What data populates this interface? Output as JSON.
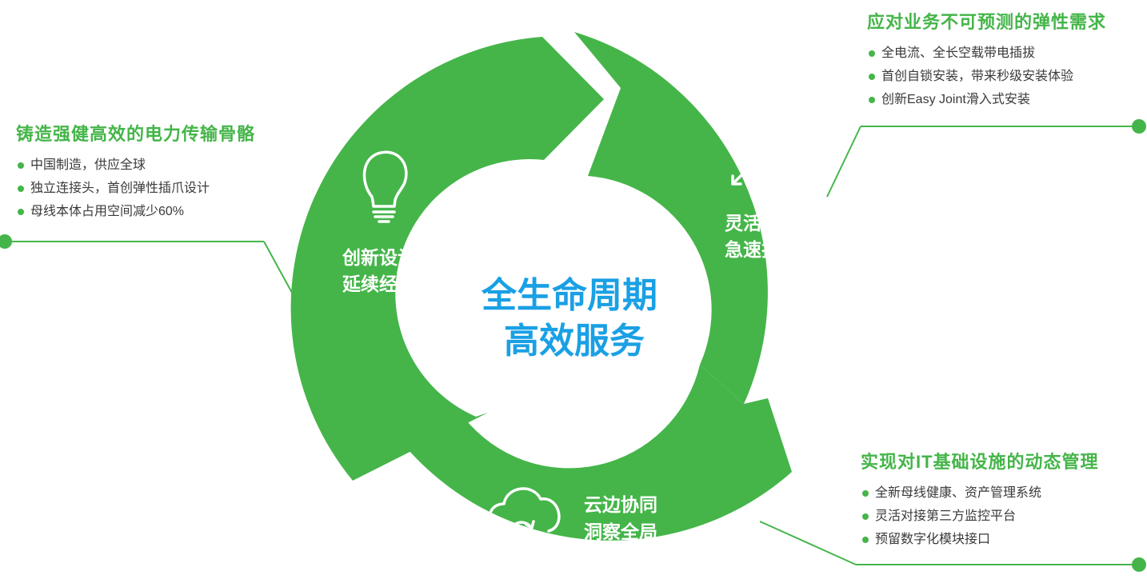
{
  "center": {
    "line1": "全生命周期",
    "line2": "高效服务"
  },
  "segments": {
    "design": {
      "line1": "创新设计",
      "line2": "延续经典",
      "icon": "lightbulb-icon"
    },
    "deploy": {
      "line1": "灵活部署",
      "line2": "急速扩展",
      "icon": "expand-arrows-icon"
    },
    "cloud": {
      "line1": "云边协同",
      "line2": "洞察全局",
      "icon": "cloud-sync-icon"
    }
  },
  "panels": {
    "left": {
      "title": "铸造强健高效的电力传输骨骼",
      "items": [
        "中国制造，供应全球",
        "独立连接头，首创弹性插爪设计",
        "母线本体占用空间减少60%"
      ]
    },
    "top_right": {
      "title": "应对业务不可预测的弹性需求",
      "items": [
        "全电流、全长空载带电插拔",
        "首创自锁安装，带来秒级安装体验",
        "创新Easy Joint滑入式安装"
      ]
    },
    "bottom_right": {
      "title": "实现对IT基础设施的动态管理",
      "items": [
        "全新母线健康、资产管理系统",
        "灵活对接第三方监控平台",
        "预留数字化模块接口"
      ]
    }
  },
  "colors": {
    "green": "#45b549",
    "blue": "#1aa0e4",
    "text": "#3a3a3a"
  }
}
